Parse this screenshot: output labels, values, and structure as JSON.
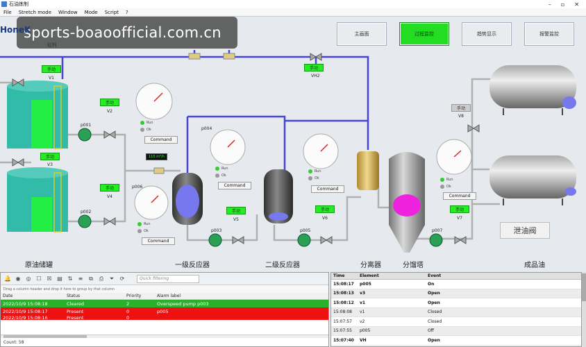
{
  "window": {
    "title": "石油炼制"
  },
  "menu": [
    "File",
    "Stretch mode",
    "Window",
    "Mode",
    "Script",
    "?"
  ],
  "watermark": "sports-boaoofficial.com.cn",
  "logo": {
    "text": "HoneK",
    "sub": "虹科"
  },
  "nav": [
    {
      "label": "主画面",
      "active": false
    },
    {
      "label": "过程监控",
      "active": true
    },
    {
      "label": "趋势显示",
      "active": false
    },
    {
      "label": "报警监控",
      "active": false
    }
  ],
  "tags": {
    "v1": "V1",
    "v2": "V2",
    "v3": "V3",
    "v4": "V4",
    "v5": "V5",
    "v6": "V6",
    "v7": "V7",
    "v8": "V8",
    "vh2": "VH2",
    "manual": "手动",
    "p001": "p001",
    "p002": "p002",
    "p003": "p003",
    "p004": "p004",
    "p005": "p005",
    "p006": "p006",
    "p007": "p007"
  },
  "flow": "110 m³/h",
  "command": "Command",
  "lamp": {
    "run": "Run",
    "ok": "Ok"
  },
  "zones": [
    "原油储罐",
    "一级反应器",
    "二级反应器",
    "分离器",
    "分馏塔",
    "成品油"
  ],
  "xieyou": "泄油阀",
  "alarms": {
    "quick_filter": "Quick filtering",
    "drag_hint": "Drag a column header and drop it here to group by that column",
    "columns": [
      "Date",
      "Status",
      "Priority",
      "Alarm label"
    ],
    "rows": [
      {
        "date": "2022/10/9 15:08:18",
        "status": "Cleared",
        "priority": "2",
        "label": "Overspeed pump p003",
        "color": "green"
      },
      {
        "date": "2022/10/9 15:08:17",
        "status": "Present",
        "priority": "0",
        "label": "p005",
        "color": "red"
      },
      {
        "date": "2022/10/9 15:08:16",
        "status": "Present",
        "priority": "0",
        "label": "",
        "color": "red"
      }
    ],
    "count": "Count: 58"
  },
  "events": {
    "columns": [
      "Time",
      "Element",
      "Event"
    ],
    "rows": [
      {
        "time": "15:08:17",
        "element": "p005",
        "event": "On",
        "bold": true
      },
      {
        "time": "15:08:13",
        "element": "v3",
        "event": "Open",
        "bold": true
      },
      {
        "time": "15:08:12",
        "element": "v1",
        "event": "Open",
        "bold": true
      },
      {
        "time": "15:08:08",
        "element": "v1",
        "event": "Closed",
        "bold": false
      },
      {
        "time": "15:07:57",
        "element": "v2",
        "event": "Closed",
        "bold": false
      },
      {
        "time": "15:07:55",
        "element": "p005",
        "event": "Off",
        "bold": false
      },
      {
        "time": "15:07:40",
        "element": "VH",
        "event": "Open",
        "bold": true
      }
    ]
  },
  "colors": {
    "tank_green": "#22ee44",
    "tank_teal": "#33bbaa",
    "active_green": "#22dd22",
    "alarm_red": "#ee1111",
    "alarm_green": "#2bb02b",
    "pipe_blue": "#4444dd",
    "pipe_gray": "#b0b0b0"
  }
}
